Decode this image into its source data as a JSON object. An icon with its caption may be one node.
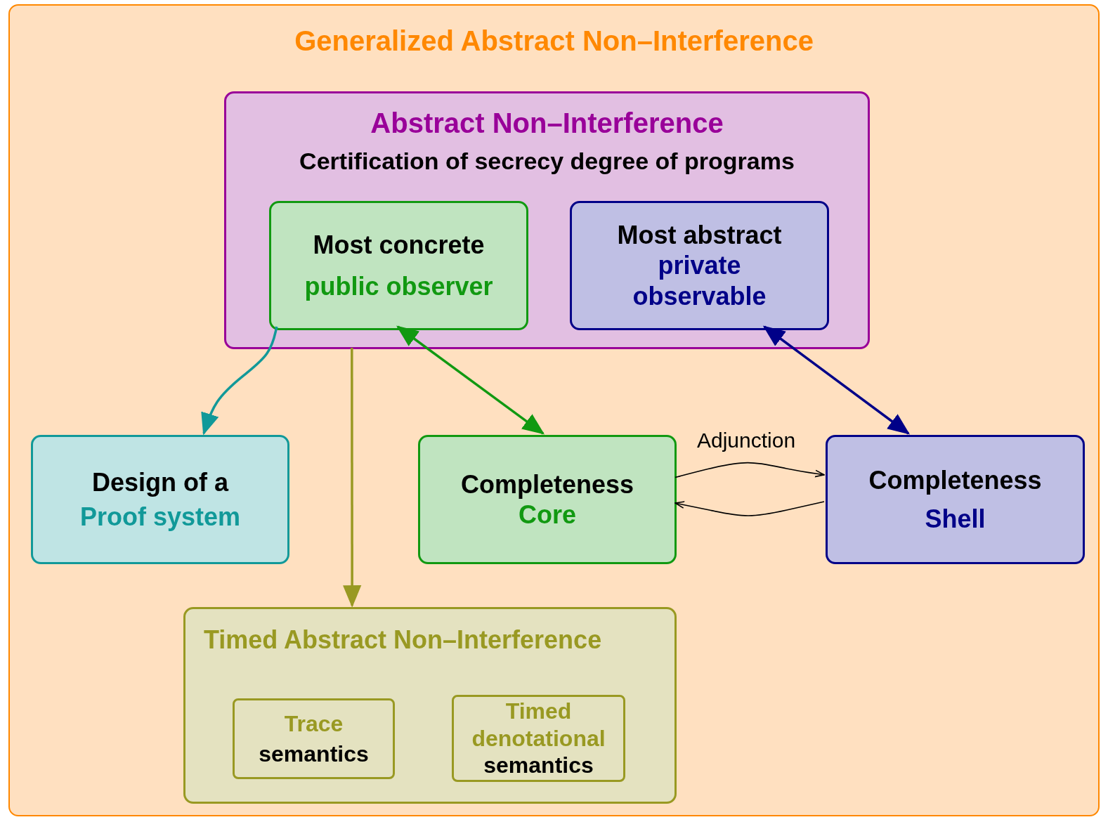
{
  "diagram": {
    "nodes": [
      {
        "text": [
          "Generalized Abstract Non–Interference"
        ]
      },
      {
        "text": [
          "Abstract Non–Interference",
          "Certification of secrecy degree of programs"
        ],
        "in": 0
      },
      {
        "text": [
          "Most concrete",
          "public observer"
        ],
        "in": 1
      },
      {
        "text": [
          "Most abstract",
          "private observable"
        ],
        "in": 1
      },
      {
        "text": [
          "Design of a",
          "Proof system"
        ],
        "in": 0
      },
      {
        "text": [
          "Completeness",
          "Core"
        ],
        "in": 0
      },
      {
        "text": [
          "Completeness",
          "Shell"
        ],
        "in": 0
      },
      {
        "text": [
          "Timed Abstract Non–Interference"
        ],
        "in": 0
      },
      {
        "text": [
          "Trace",
          "semantics"
        ],
        "in": 7
      },
      {
        "text": [
          "Timed denotational",
          "semantics"
        ],
        "in": 7
      }
    ],
    "edges": [
      {
        "from": 2,
        "to": 4,
        "arrow": "to",
        "color": "#119999"
      },
      {
        "from": 1,
        "to": 7,
        "arrow": "to",
        "color": "#999922"
      },
      {
        "from": 2,
        "to": 5,
        "arrow": "both",
        "color": "#119911"
      },
      {
        "from": 3,
        "to": 6,
        "arrow": "both",
        "color": "#000088"
      },
      {
        "from": 5,
        "to": 6,
        "arrow": "to",
        "label": "Adjunction"
      },
      {
        "from": 6,
        "to": 5,
        "arrow": "to"
      }
    ]
  }
}
